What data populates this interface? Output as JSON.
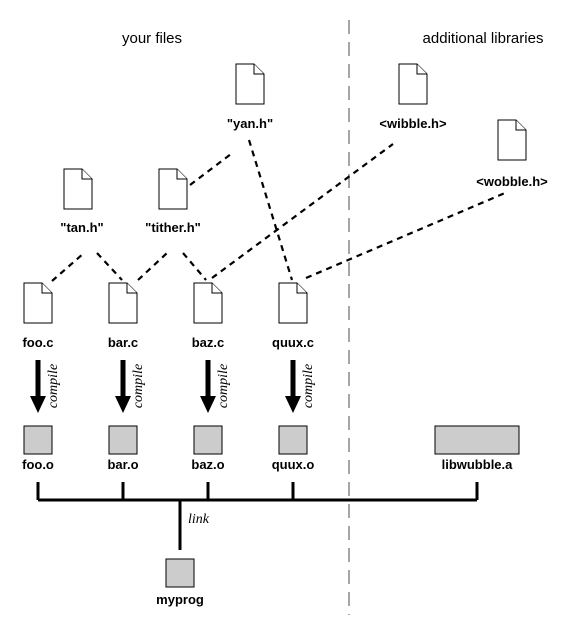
{
  "sections": {
    "left": "your files",
    "right": "additional libraries"
  },
  "headers": {
    "yan": "\"yan.h\"",
    "tan": "\"tan.h\"",
    "tither": "\"tither.h\"",
    "wibble": "<wibble.h>",
    "wobble": "<wobble.h>"
  },
  "sources": {
    "foo": "foo.c",
    "bar": "bar.c",
    "baz": "baz.c",
    "quux": "quux.c"
  },
  "compile_label": "compile",
  "objects": {
    "foo": "foo.o",
    "bar": "bar.o",
    "baz": "baz.o",
    "quux": "quux.o"
  },
  "library": "libwubble.a",
  "link_label": "link",
  "output": "myprog",
  "colors": {
    "object_fill": "#cccccc",
    "divider": "#777777",
    "line": "#000000"
  }
}
